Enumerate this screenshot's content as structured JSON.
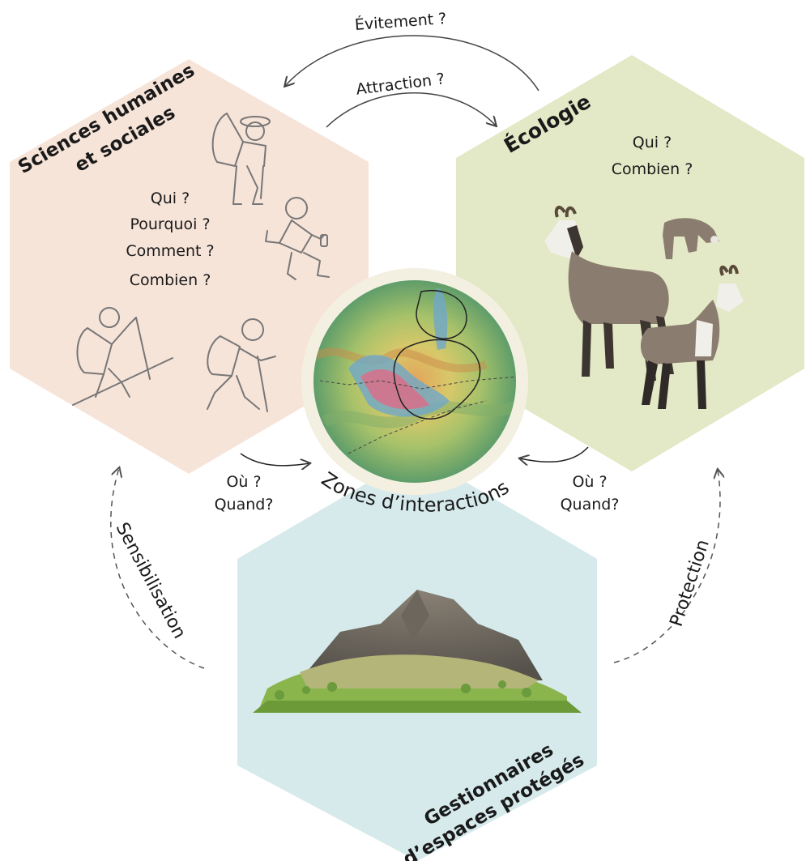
{
  "colors": {
    "hex_social": "#f7e4d9",
    "hex_ecology": "#e3e8c6",
    "hex_managers": "#d6eaec",
    "arrow": "#444444",
    "dashed": "#555555"
  },
  "social": {
    "title_line1": "Sciences humaines",
    "title_line2": "et sociales",
    "q1": "Qui ?",
    "q2": "Pourquoi ?",
    "q3": "Comment ?",
    "q4": "Combien ?",
    "where": "Où ?",
    "when": "Quand?"
  },
  "ecology": {
    "title": "Écologie",
    "q1": "Qui ?",
    "q2": "Combien ?",
    "where": "Où ?",
    "when": "Quand?"
  },
  "managers": {
    "title_line1": "Gestionnaires",
    "title_line2": "d’espaces protégés"
  },
  "center": {
    "label": "Zones d’interactions"
  },
  "arrows": {
    "top": "Évitement ?",
    "middle": "Attraction ?",
    "left": "Sensibilisation",
    "right": "Protection"
  }
}
